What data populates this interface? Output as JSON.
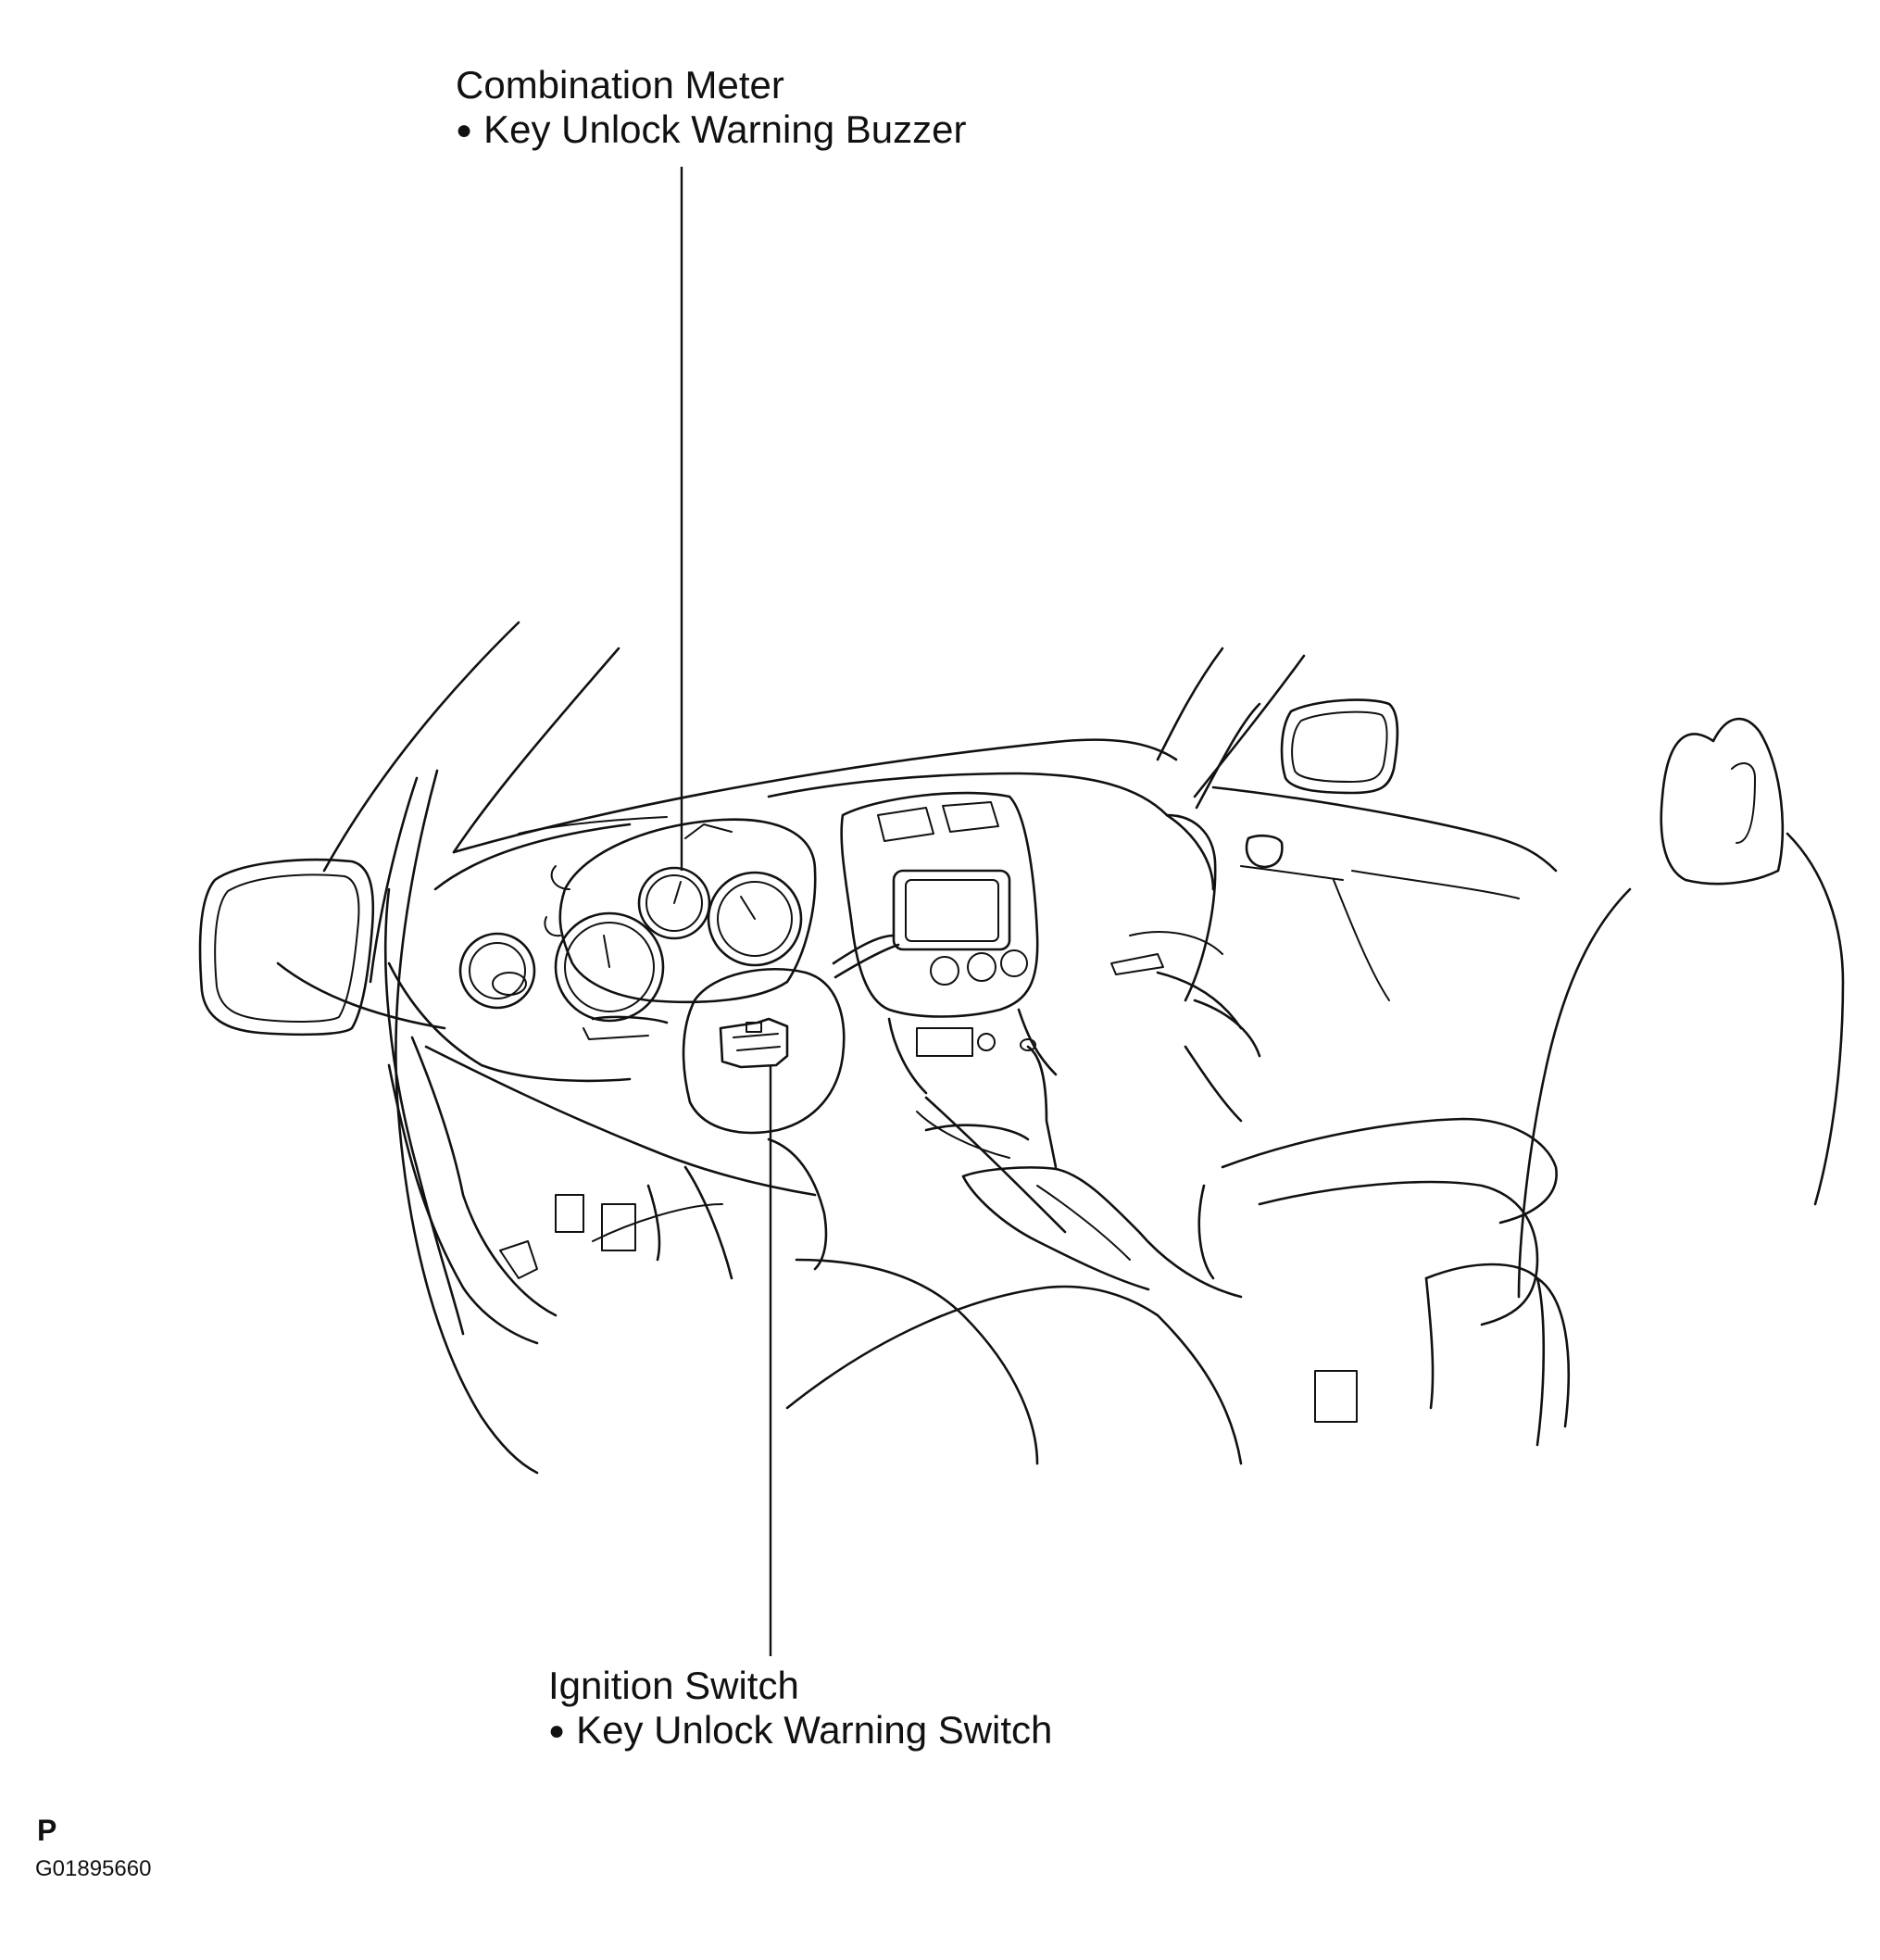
{
  "callouts": {
    "top": {
      "component": "Combination Meter",
      "bullet_glyph": "●",
      "part": "Key Unlock Warning Buzzer"
    },
    "bottom": {
      "component": "Ignition Switch",
      "bullet_glyph": "●",
      "part": "Key Unlock Warning Switch"
    }
  },
  "corner": {
    "letter": "P",
    "figure_code": "G01895660"
  },
  "colors": {
    "ink": "#111111",
    "background": "#ffffff"
  }
}
